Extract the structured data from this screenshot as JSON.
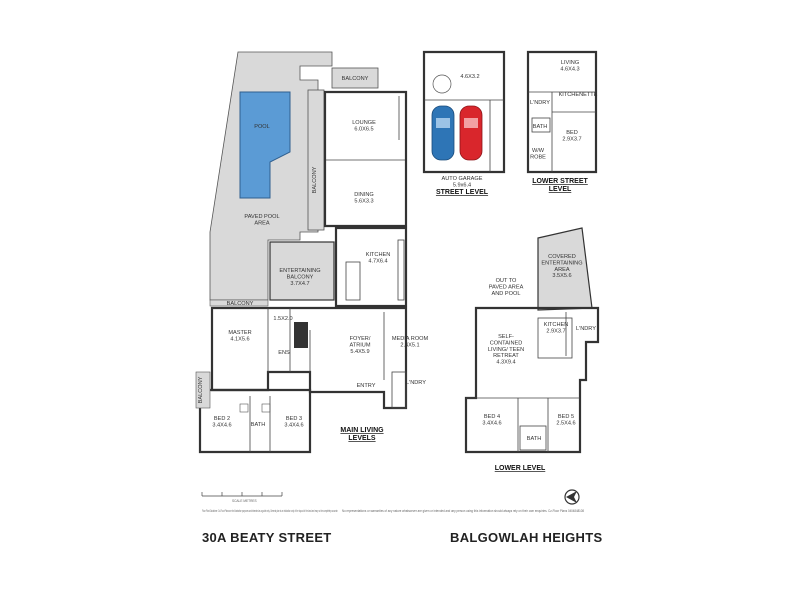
{
  "colors": {
    "pool": "#5b9bd5",
    "paved": "#d9d9d9",
    "wall": "#333333",
    "car_blue": "#2e75b6",
    "car_red": "#d9262c"
  },
  "rooms": {
    "balcony_top": "BALCONY",
    "pool": "POOL",
    "paved_pool_area": "PAVED POOL\nAREA",
    "balcony_side": "BALCONY",
    "lounge": "LOUNGE\n6.0X6.5",
    "dining": "DINING\n5.6X3.3",
    "kitchen": "KITCHEN\n4.7X6.4",
    "entertaining_balcony": "ENTERTAINING\nBALCONY\n3.7X4.7",
    "balcony_bottom": "BALCONY",
    "master": "MASTER\n4.1X5.6",
    "wir": "1.5X2.0",
    "ens": "ENS",
    "foyer": "FOYER/\nATRIUM\n5.4X5.9",
    "media_room": "MEDIA ROOM\n2.4X5.1",
    "entry": "ENTRY",
    "lndry_main": "L'NDRY",
    "balcony_left": "BALCONY",
    "bed2": "BED 2\n3.4X4.6",
    "bed3": "BED 3\n3.4X4.6",
    "bath_main": "BATH",
    "street_room": "4.6X3.2",
    "auto_garage": "AUTO GARAGE\n5.9x6.4",
    "living_lower_street": "LIVING\n4.6X4.3",
    "lndry_lower_street": "L'NDRY",
    "kitchenette": "KITCHENETTE",
    "bath_lower_street": "BATH",
    "bed_lower_street": "BED\n2.9X3.7",
    "wir_lower_street": "W/W\nROBE",
    "covered_entertaining": "COVERED\nENTERTAINING\nAREA\n3.5X5.6",
    "out_to_paved": "OUT TO\nPAVED AREA\nAND POOL",
    "self_contained": "SELF-\nCONTAINED\nLIVING/ TEEN\nRETREAT\n4.3X9.4",
    "kitchen_lower": "KITCHEN\n2.9X3.7",
    "lndry_lower": "L'NDRY",
    "bed4": "BED 4\n3.4X4.6",
    "bed5": "BED 5\n2.5X4.6",
    "bath_lower": "BATH"
  },
  "levels": {
    "street": "STREET LEVEL",
    "lower_street": "LOWER STREET\nLEVEL",
    "main_living": "MAIN LIVING\nLEVELS",
    "lower": "LOWER LEVEL"
  },
  "disclaimer_left": "Floor Plan Disclaimer: Cz-Floor Plans are for illustrative purposes and intended as a guide only. General plan is an indication only of the layout of the land and may not be completely accurate.",
  "disclaimer_right": "No representations or warranties of any nature whatsoever are given or intended and any person using this information should always rely on their own enquiries. Cz-Floor Plans 0404848108",
  "scale_label": "SCALE METRES",
  "address": "30A BEATY STREET",
  "suburb": "BALGOWLAH HEIGHTS"
}
